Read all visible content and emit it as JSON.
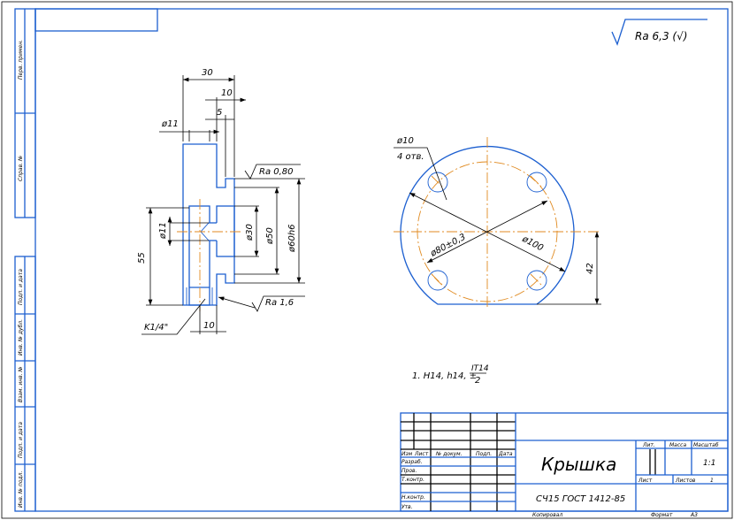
{
  "colors": {
    "outline": "#1c5fd0",
    "centerline": "#e08a20",
    "dimension": "#000000"
  },
  "side_stamp": [
    "Перв. примен.",
    "Справ. №",
    "Подп. и дата",
    "Инв. № дубл.",
    "Взам. инв. №",
    "Подп. и дата",
    "Инв. № подл."
  ],
  "roughness_general": "Ra 6,3 (√)",
  "section_view": {
    "dims": [
      "30",
      "10",
      "5",
      "ø11",
      "Ra 0,80",
      "ø11",
      "ø30",
      "ø50",
      "ø60h6",
      "55",
      "Ra 1,6",
      "K1/4\"",
      "10"
    ]
  },
  "front_view": {
    "dims": [
      "ø10",
      "4 отв.",
      "ø80±0,3",
      "ø100",
      "42"
    ]
  },
  "note": {
    "text": "1. H14, h14, ±",
    "num": "IT14",
    "den": "2"
  },
  "title_block": {
    "headers": [
      "Изм",
      "Лист",
      "№ докум.",
      "Подп.",
      "Дата"
    ],
    "roles": [
      "Разраб.",
      "Пров.",
      "Т.контр.",
      "",
      "Н.контр.",
      "Утв."
    ],
    "part_name": "Крышка",
    "material": "СЧ15 ГОСТ 1412-85",
    "lit_label": "Лит.",
    "mass_label": "Масса",
    "scale_label": "Масштаб",
    "scale_value": "1:1",
    "sheet_label": "Лист",
    "sheets_label": "Листов",
    "sheets_value": "1",
    "copied_label": "Копировал",
    "format_label": "Формат",
    "format_value": "A3"
  }
}
